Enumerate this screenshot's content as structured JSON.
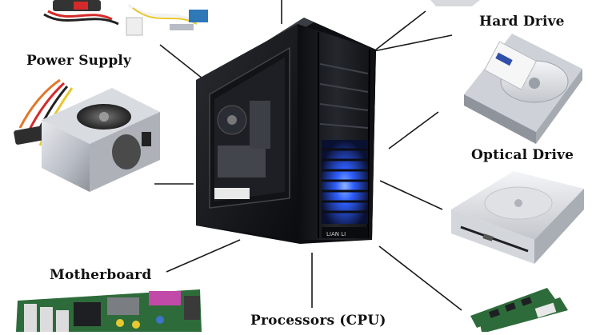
{
  "labels": {
    "power_supply": "Power Supply",
    "hard_drive": "Hard Drive",
    "optical_drive": "Optical Drive",
    "motherboard": "Motherboard",
    "processors": "Processors (CPU)"
  },
  "case_badge": "LIAN LI",
  "colors": {
    "background": "#ffffff",
    "connector": "#1a1a1a",
    "case_body": "#1b1d22",
    "case_glow": "#2f5fff",
    "metal": "#c9ccd1",
    "pcb_green": "#2e6b3a"
  }
}
